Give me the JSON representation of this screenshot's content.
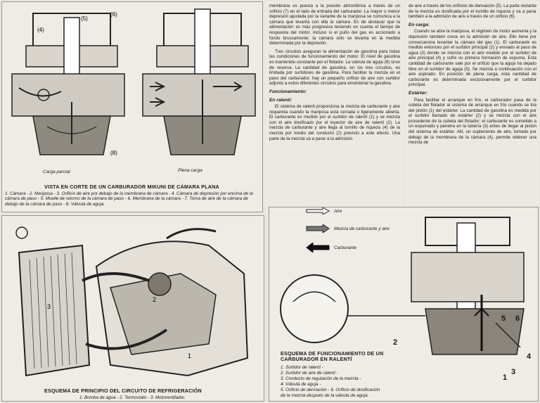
{
  "top_left": {
    "label_left": "Carga parcial",
    "label_right": "Plena carga",
    "title": "VISTA EN CORTE DE UN CARBURADOR MIKUNI DE CÁMARA PLANA",
    "caption": "1. Cámara - 2. Mariposa - 3. Orificio de aire por debajo de la membrana de cámara - 4. Cámara de depresión por encima de la cámara de paso - 5. Muelle de retorno de la cámara de paso - 6. Membrana de la cámara - 7. Toma de aire de la cámara de debajo de la cámara de paso - 8. Válvula de aguja."
  },
  "text_col1": {
    "paragraphs": [
      "membrana es puesta a la presión atmosférica a través de un orificio (7) en el lado de entrada del carburador. La mayor o menor depresión ajustada por la variante de la mariposa se comunica a la cámara que levanta con ella la cámara. Es de destacar que la alimentación es más progresiva teniendo en cuenta el tiempo de respuesta del motor, incluso si el puño del gas es accionado a fondo bruscamente; la cámara sólo se levanta en la medida determinada por la depresión.",
      "Tres circuitos aseguran la alimentación de gasolina para todas las condiciones de funcionamiento del motor. El nivel de gasolina es mantenido constante por el flotador. La válvula de aguja (8) sirve de reserva. La cantidad de gasolina, en los tres circuitos, es limitada por surtidores de gasolina. Para facilitar la mezcla en el paso del carburador, hay un pequeño orificio de aire con surtidor adjunto a estos diferentes circuitos para emulsionar la gasolina."
    ],
    "heading1": "Funcionamiento:",
    "heading2": "En ralentí:",
    "paragraph3": "El sistema de ralentí proporciona la mezcla de carburante y aire requerida cuando la mariposa está cerrada o ligeramente abierta. El carburante es medido por el surtidor de ralentí (1) y se mezcla con el aire dosificado por el inyector de aire de ralentí (2). La mezcla de carburante y aire llega al tornillo de riqueza (4) de la mezcla por medio del conducto (2) previsto a este efecto. Una parte de la mezcla va a parar a la admisión"
  },
  "text_col2": {
    "intro": "de aire a través de los orificios de derivación (5). La parte restante de la mezcla es dosificada por el tornillo de riqueza y va a parar también a la admisión de aire a través de un orificio (6).",
    "heading1": "En carga:",
    "paragraph1": "Cuando se abre la mariposa, el régimen de motor aumenta y la depresión también crece en la admisión de aire. Ello tiene por consecuencia levantar la cámara del gas (1). El carburante es medido entonces por el surtidor principal (2) y enviado al paso de agua (3) donde se mezcla con el aire medido por el surtidor de aire principal (4) y sufre su primera formación de espuma. Esta cantidad de carburante sale por el orificio que la aguja ha dejado libre en el surtidor de aguja (5). Se mezcla a continuación con el aire aspirado. En posición de plena carga, esta cantidad de carburante es determinada exclusivamente por el surtidor principal.",
    "heading2": "Estárter:",
    "paragraph2": "Para facilitar el arranque en frío, el carburador pasa de la cubeta del flotador al sistema de arranque en frío cuando se tira del pistón (1) del estárter. La cantidad de gasolina es medida por el surtidor llamado de estárter (2) y se mezcla con el aire procedente de la cubeta del flotador; el carburante es sometido a un espumado y penetra en la tubería (3) antes de llegar al pistón del sistema de estárter. Allí, un suplemento de aire, tomado por debajo de la membrana de la cámara (4), permite obtener una mezcla de"
  },
  "bottom_left": {
    "title": "ESQUEMA DE PRINCIPIO DEL CIRCUITO DE REFRIGERACIÓN",
    "caption": "1. Bomba de agua - 2. Termostato - 3. Motoventilador."
  },
  "bottom_right": {
    "legend": [
      {
        "label": "Aire",
        "style": "outline"
      },
      {
        "label": "Mezcla de carburante y aire",
        "style": "hatched"
      },
      {
        "label": "Carburante",
        "style": "solid"
      }
    ],
    "numbers": [
      "2",
      "5",
      "6",
      "1",
      "3",
      "4"
    ],
    "title": "ESQUEMA DE FUNCIONAMIENTO DE UN CARBURADOR EN RALENTÍ",
    "items": [
      "1. Surtidor de ralentí -",
      "2. Surtidor de aire de ralentí -",
      "3. Conducto de regulación de la mezcla -",
      "4. Válvula de aguja -",
      "5. Orificio de derivación - 6. Orificio de dosificación",
      "de la mezcla después de la válvula de aguja."
    ]
  }
}
